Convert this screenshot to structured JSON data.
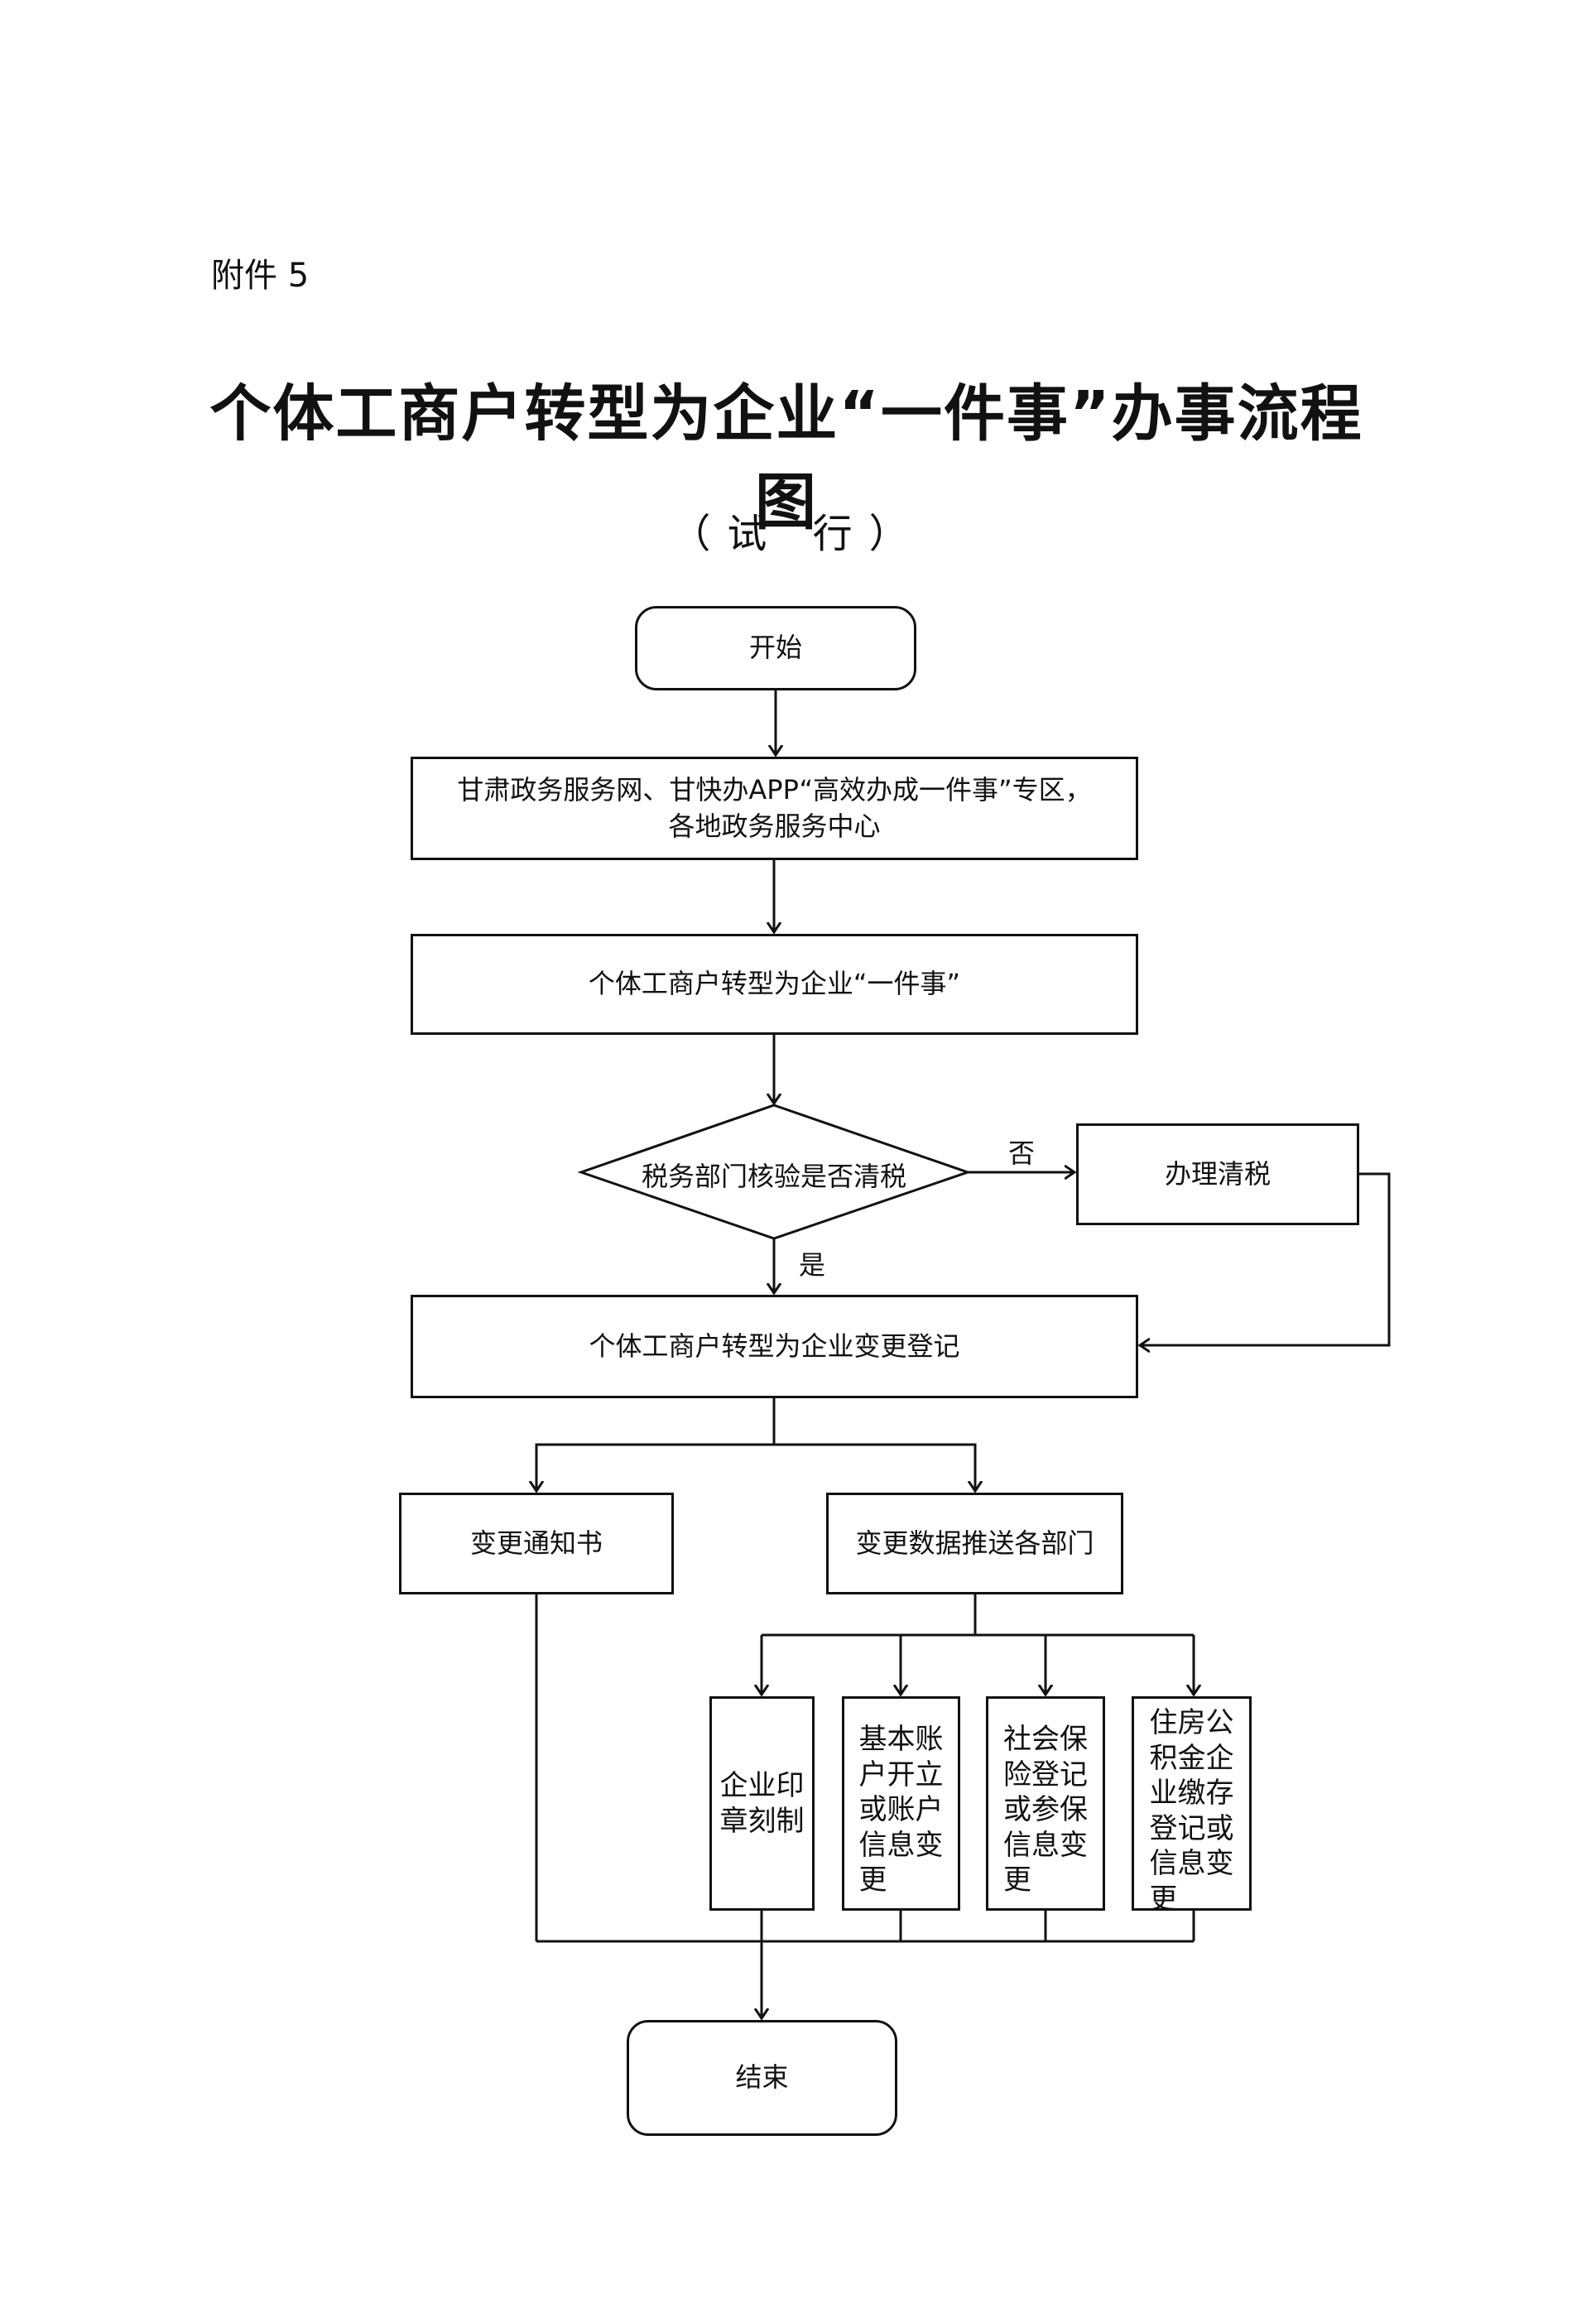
{
  "header": {
    "attachment": "附件 5",
    "title": "个体工商户转型为企业“一件事”办事流程图",
    "subtitle": "（试 行）"
  },
  "flowchart": {
    "start": "开始",
    "portal": "甘肃政务服务网、甘快办APP“高效办成一件事”专区，各地政务服务中心",
    "portal_line1": "甘肃政务服务网、甘快办APP“高效办成一件事”专区，",
    "portal_line2": "各地政务服务中心",
    "item": "个体工商户转型为企业“一件事”",
    "decision": "税务部门核验是否清税",
    "no_label": "否",
    "yes_label": "是",
    "clear_tax": "办理清税",
    "change_registration": "个体工商户转型为企业变更登记",
    "notice": "变更通知书",
    "push_data": "变更数据推送各部门",
    "departments": [
      {
        "text": "企业印章刻制"
      },
      {
        "text": "基本账户开立或账户信息变更"
      },
      {
        "text": "社会保险登记或参保信息变更"
      },
      {
        "text": "住房公积金企业缴存登记或信息变更"
      }
    ],
    "end": "结束"
  }
}
